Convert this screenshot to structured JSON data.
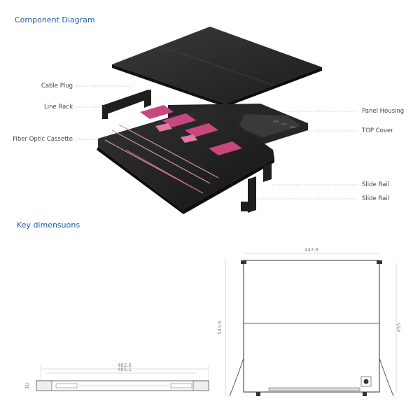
{
  "sections": {
    "component_title": "Component Diagram",
    "keydim_title": "Key dimensuons"
  },
  "callouts_left": [
    {
      "label": "Cable Plug"
    },
    {
      "label": "Line Rack"
    },
    {
      "label": "Fiber Optic Cassette"
    }
  ],
  "callouts_right": [
    {
      "label": "Panel Housing"
    },
    {
      "label": "TOP Cover"
    },
    {
      "label": "Slide Rail"
    },
    {
      "label": "Slide Rail"
    }
  ],
  "front_view": {
    "width_outer": "482.6",
    "width_inner": "465.1",
    "height_label": "1U"
  },
  "top_view": {
    "width": "447.8",
    "depth_total": "543.6",
    "depth_body": "455"
  },
  "colors": {
    "title_blue": "#1f5fa8",
    "leader_blue": "#7fb0d8",
    "housing_dark": "#2a2a2a",
    "cassette_pink": "#c8477c"
  }
}
